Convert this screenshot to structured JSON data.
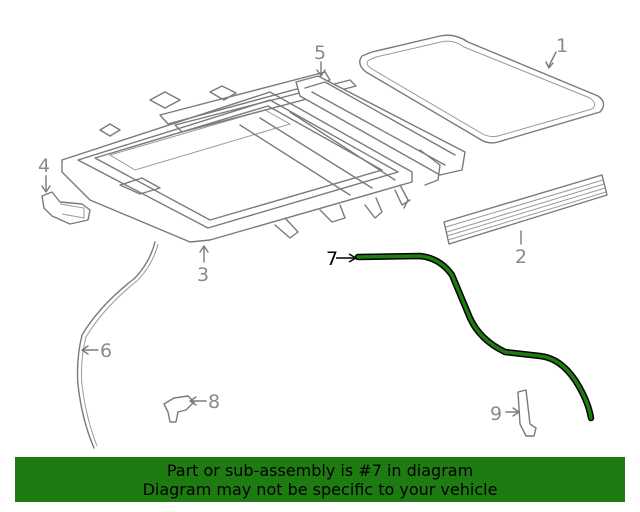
{
  "diagram": {
    "callouts": [
      {
        "id": "1",
        "label": "1"
      },
      {
        "id": "2",
        "label": "2"
      },
      {
        "id": "3",
        "label": "3"
      },
      {
        "id": "4",
        "label": "4"
      },
      {
        "id": "5",
        "label": "5"
      },
      {
        "id": "6",
        "label": "6"
      },
      {
        "id": "7",
        "label": "7",
        "highlighted": true
      },
      {
        "id": "8",
        "label": "8"
      },
      {
        "id": "9",
        "label": "9"
      }
    ],
    "highlight_color": "#1e7b12",
    "line_color": "#7a7a7a"
  },
  "banner": {
    "line1": "Part or sub-assembly is #7 in diagram",
    "line2": "Diagram may not be specific to your vehicle",
    "background": "#1e7b12"
  }
}
